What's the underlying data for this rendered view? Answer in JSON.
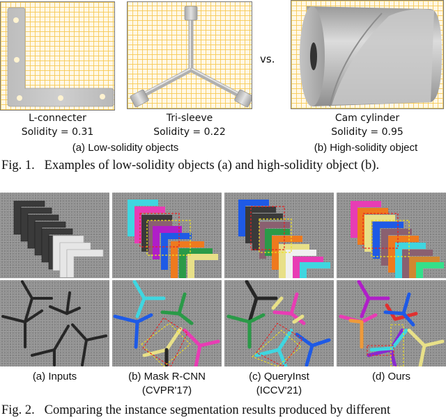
{
  "figure1": {
    "panels": [
      {
        "name": "L-connecter",
        "solidity": "Solidity = 0.31"
      },
      {
        "name": "Tri-sleeve",
        "solidity": "Solidity = 0.22"
      },
      {
        "name": "Cam cylinder",
        "solidity": "Solidity = 0.95"
      }
    ],
    "vs_label": "vs.",
    "subcaptions": {
      "a": "(a) Low-solidity objects",
      "b": "(b) High-solidity object"
    },
    "caption": "Fig. 1.   Examples of low-solidity objects (a) and high-solidity object (b).",
    "colors": {
      "grid": "#f7c850",
      "grid_bg": "#fff8e6",
      "frame": "#777777",
      "metal": "#c8c8c8"
    }
  },
  "figure2": {
    "columns": [
      {
        "label": "(a) Inputs",
        "sublabel": ""
      },
      {
        "label": "(b) Mask R-CNN",
        "sublabel": "(CVPR'17)"
      },
      {
        "label": "(c) QueryInst",
        "sublabel": "(ICCV'21)"
      },
      {
        "label": "(d) Ours",
        "sublabel": ""
      }
    ],
    "rows": [
      "L-connecter scene",
      "Tri-sleeve scene"
    ],
    "caption": "Fig. 2.   Comparing the instance segmentation results produced by different",
    "mask_colors": [
      "#3fd6e0",
      "#e83cb4",
      "#8a6070",
      "#b01ec8",
      "#1e5ae6",
      "#ee7a1e",
      "#2a9a48",
      "#e8e088",
      "#e03030",
      "#34e08a",
      "#d08830",
      "#f0f0f0",
      "#8a2ad0"
    ],
    "box_colors": {
      "red_dashed": "#e82020",
      "yellow_dashed": "#f0e020"
    }
  }
}
